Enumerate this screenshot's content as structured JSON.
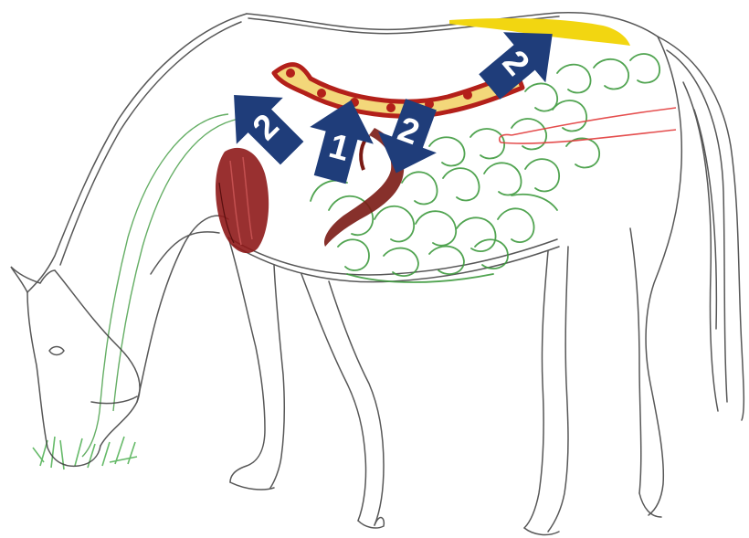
{
  "colors": {
    "sketch": "#3a3a3a",
    "intestine": "#3f9b3f",
    "muscle": "#8e1a1a",
    "aorta": "#b3201a",
    "aorta_fill": "#f3d77a",
    "artery": "#7a1a14",
    "spine_band": "#f2d611",
    "vessel_outline": "#e23b3b",
    "arrow": "#1f3d7a",
    "grass": "#4caf50"
  },
  "arrows": [
    {
      "id": "arrow-to-shoulder",
      "label": "2",
      "icon": "arrow-up-left-icon"
    },
    {
      "id": "arrow-up-to-aorta",
      "label": "1",
      "icon": "arrow-up-icon"
    },
    {
      "id": "arrow-down-to-artery",
      "label": "2",
      "icon": "arrow-down-icon"
    },
    {
      "id": "arrow-to-spine",
      "label": "2",
      "icon": "arrow-up-right-icon"
    }
  ]
}
